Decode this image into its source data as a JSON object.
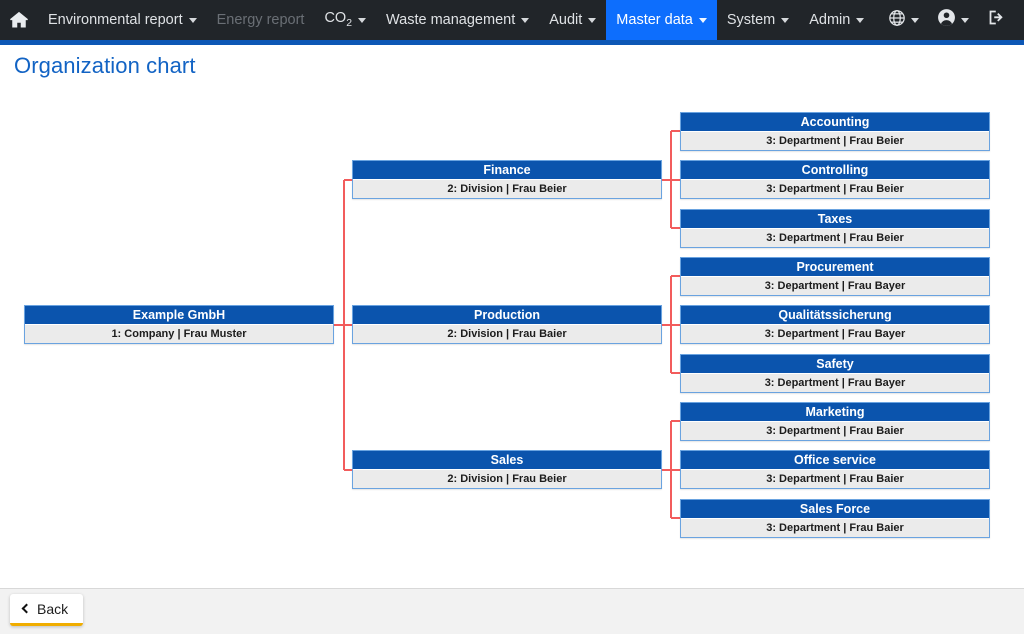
{
  "navbar": {
    "home_icon": "home-icon",
    "items": [
      {
        "label": "Environmental report",
        "has_caret": true,
        "state": "normal"
      },
      {
        "label": "Energy report",
        "has_caret": false,
        "state": "disabled"
      },
      {
        "label": "CO2",
        "has_caret": true,
        "state": "normal",
        "subscript": "2",
        "base": "CO"
      },
      {
        "label": "Waste management",
        "has_caret": true,
        "state": "normal"
      },
      {
        "label": "Audit",
        "has_caret": true,
        "state": "normal"
      },
      {
        "label": "Master data",
        "has_caret": true,
        "state": "active"
      },
      {
        "label": "System",
        "has_caret": true,
        "state": "normal"
      },
      {
        "label": "Admin",
        "has_caret": true,
        "state": "normal"
      }
    ],
    "right_icons": [
      {
        "name": "globe-icon",
        "has_caret": true
      },
      {
        "name": "person-icon",
        "has_caret": true
      },
      {
        "name": "logout-icon",
        "has_caret": false
      }
    ],
    "colors": {
      "background": "#212529",
      "active_tab": "#0d6efd",
      "underline": "#0d57b5",
      "text": "#dfe2e5",
      "disabled_text": "#6a6f75"
    }
  },
  "page": {
    "title": "Organization chart",
    "title_color": "#1263c4"
  },
  "chart_data": {
    "type": "org-chart",
    "connector_color": "#f25c5c",
    "node_header_color": "#0b54ad",
    "node_body_color": "#ebebeb",
    "node_border_color": "#6aa3e0",
    "levels": [
      "1: Company",
      "2: Division",
      "3: Department"
    ],
    "root": {
      "title": "Example GmbH",
      "subtitle": "1: Company | Frau Muster",
      "level": 1,
      "manager": "Frau Muster",
      "children": [
        {
          "title": "Finance",
          "subtitle": "2: Division | Frau Beier",
          "level": 2,
          "manager": "Frau Beier",
          "children": [
            {
              "title": "Accounting",
              "subtitle": "3: Department | Frau Beier",
              "level": 3,
              "manager": "Frau Beier"
            },
            {
              "title": "Controlling",
              "subtitle": "3: Department | Frau Beier",
              "level": 3,
              "manager": "Frau Beier"
            },
            {
              "title": "Taxes",
              "subtitle": "3: Department | Frau Beier",
              "level": 3,
              "manager": "Frau Beier"
            }
          ]
        },
        {
          "title": "Production",
          "subtitle": "2: Division | Frau Baier",
          "level": 2,
          "manager": "Frau Baier",
          "children": [
            {
              "title": "Procurement",
              "subtitle": "3: Department | Frau Bayer",
              "level": 3,
              "manager": "Frau Bayer"
            },
            {
              "title": "Qualitätssicherung",
              "subtitle": "3: Department | Frau Bayer",
              "level": 3,
              "manager": "Frau Bayer"
            },
            {
              "title": "Safety",
              "subtitle": "3: Department | Frau Bayer",
              "level": 3,
              "manager": "Frau Bayer"
            }
          ]
        },
        {
          "title": "Sales",
          "subtitle": "2: Division | Frau Beier",
          "level": 2,
          "manager": "Frau Beier",
          "children": [
            {
              "title": "Marketing",
              "subtitle": "3: Department | Frau Baier",
              "level": 3,
              "manager": "Frau Baier"
            },
            {
              "title": "Office service",
              "subtitle": "3: Department | Frau Baier",
              "level": 3,
              "manager": "Frau Baier"
            },
            {
              "title": "Sales Force",
              "subtitle": "3: Department | Frau Baier",
              "level": 3,
              "manager": "Frau Baier"
            }
          ]
        }
      ]
    }
  },
  "footer": {
    "back_label": "Back",
    "back_accent": "#f0ad00",
    "back_icon": "chevron-left-icon"
  }
}
